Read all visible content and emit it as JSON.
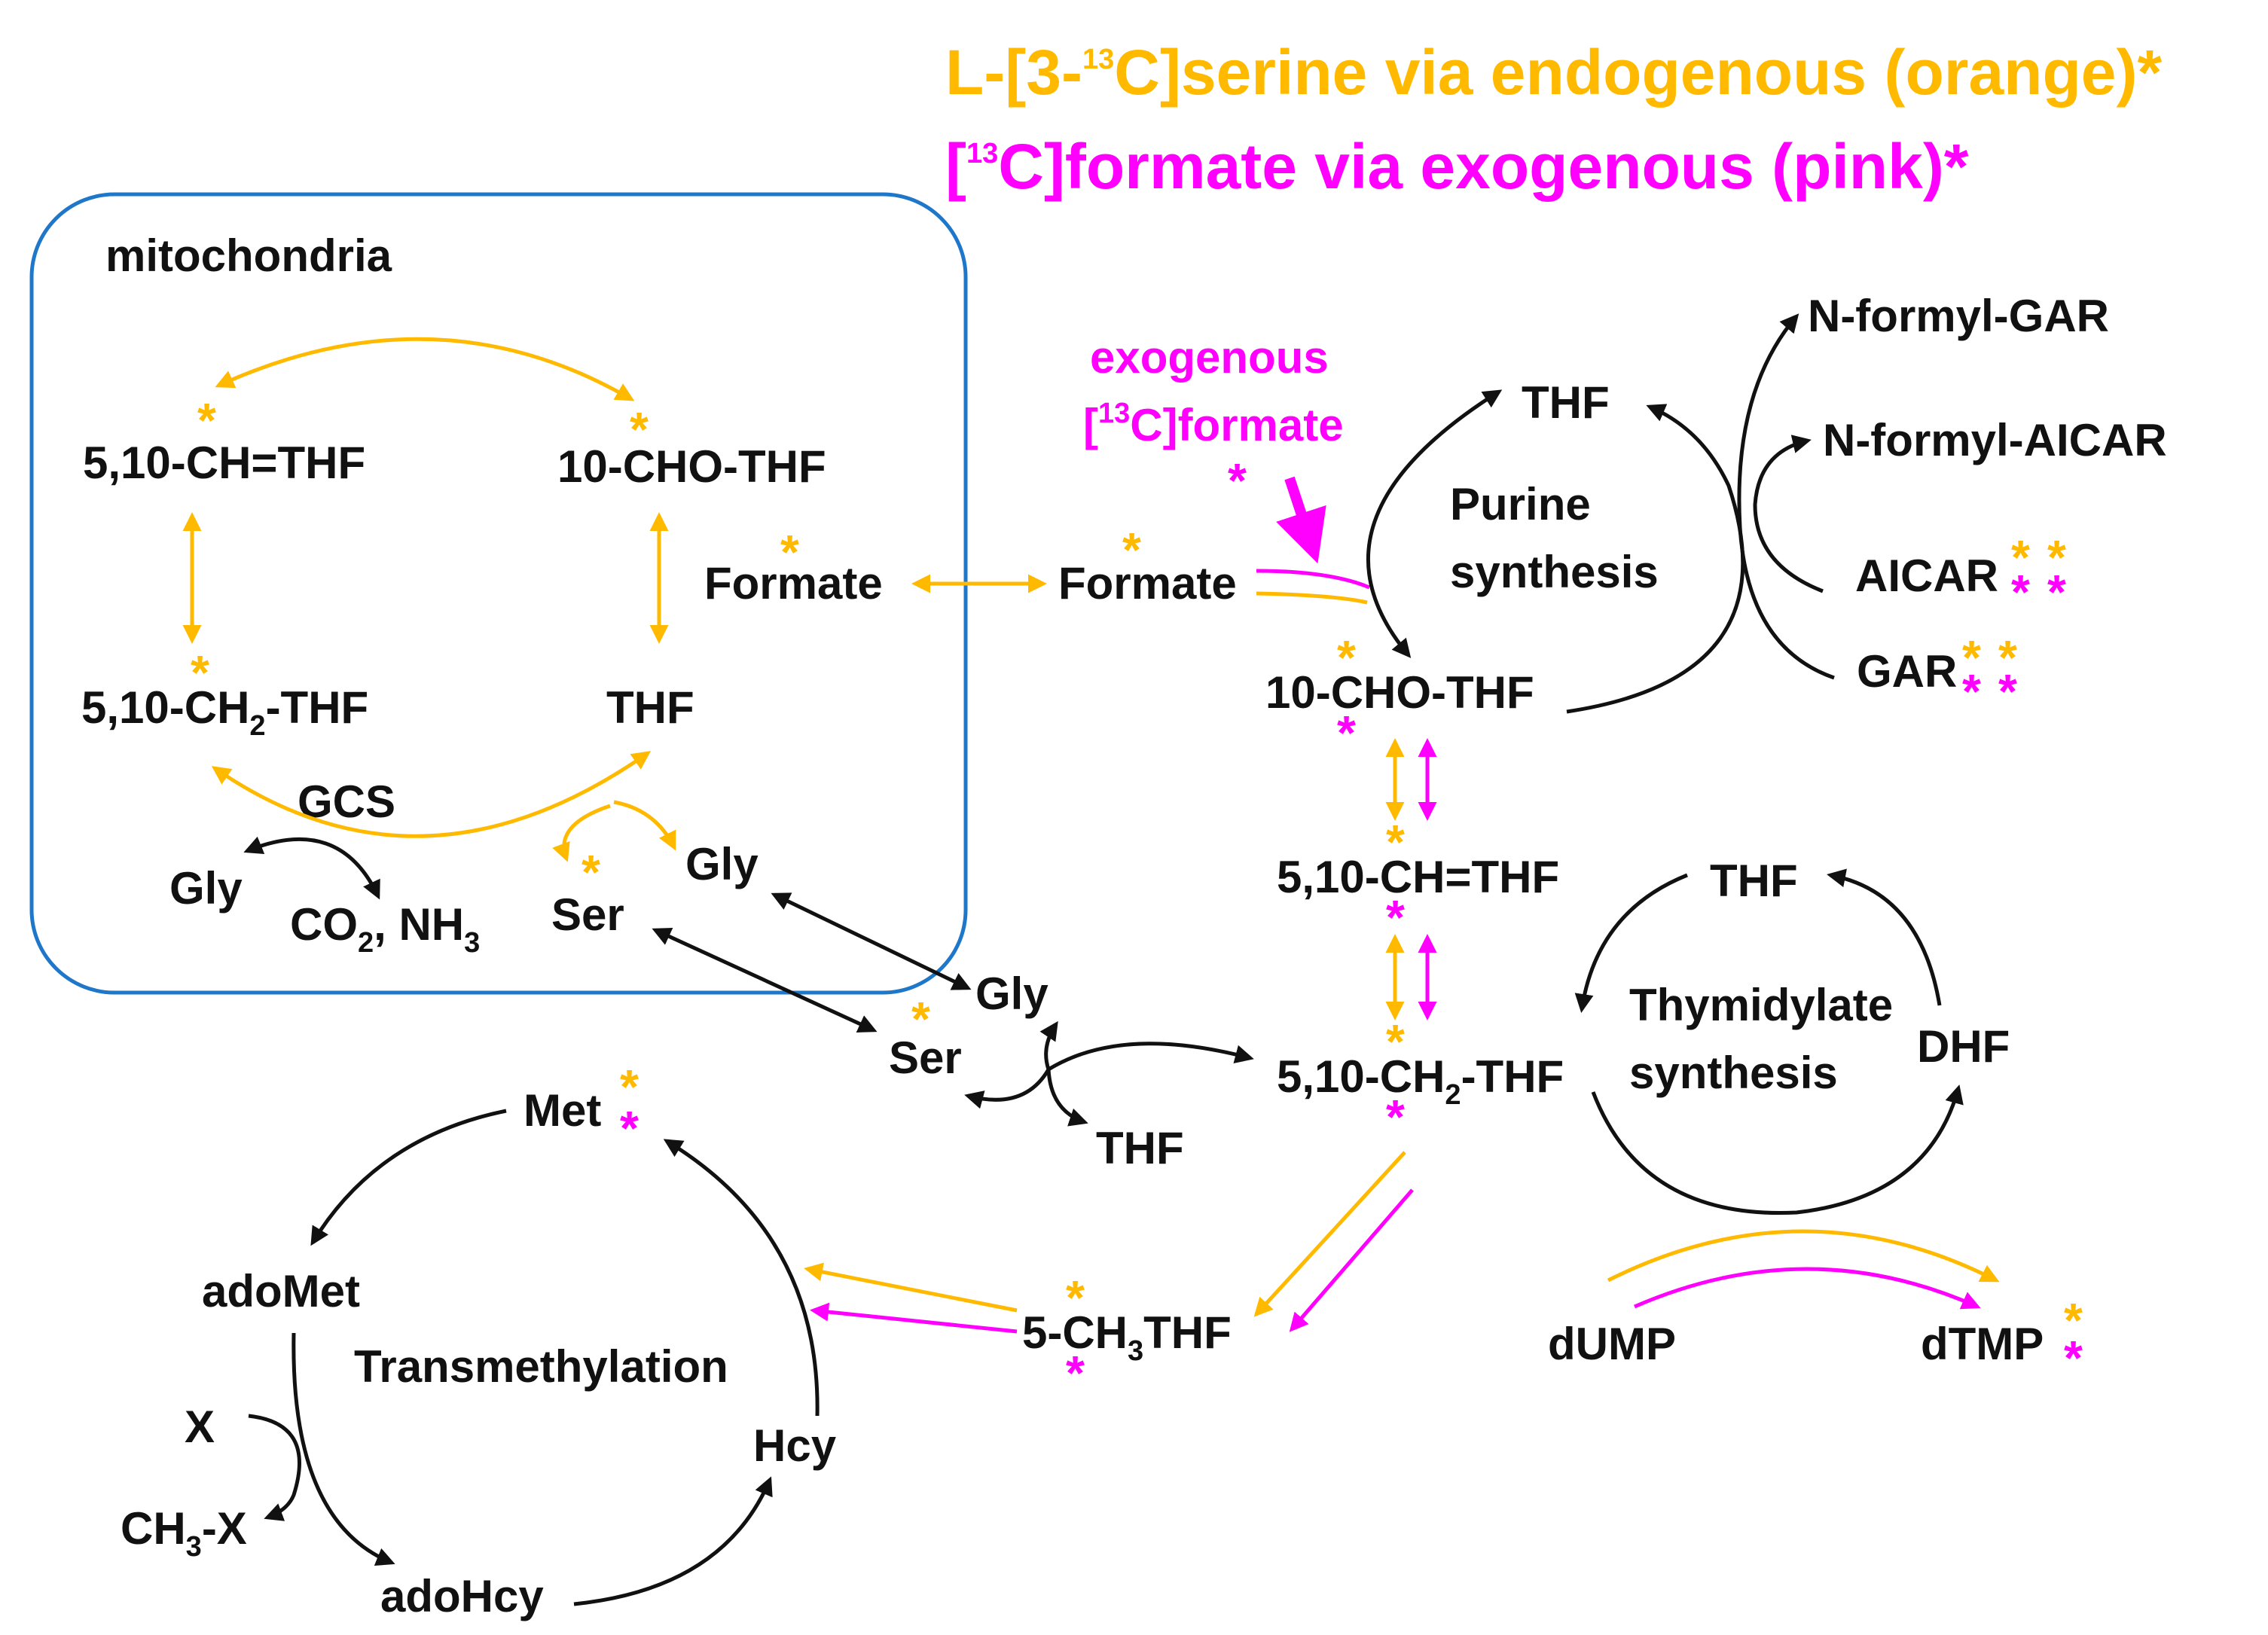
{
  "colors": {
    "orange": "#FFBA00",
    "pink": "#FF00FF",
    "black": "#111111",
    "mito": "#1F77C9"
  },
  "legend": {
    "line1": {
      "pre": "L-[3-",
      "sup": "13",
      "post": "C]serine via endogenous (orange)*"
    },
    "line2": {
      "pre": "[",
      "sup": "13",
      "post": "C]formate via exogenous (pink)*"
    }
  },
  "mito_label": "mitochondria",
  "labels": {
    "m_ch_thf": "5,10-CH=THF",
    "m_cho_thf": "10-CHO-THF",
    "m_ch2_pre": "5,10-CH",
    "m_ch2_sub": "2",
    "m_ch2_post": "-THF",
    "m_thf": "THF",
    "m_formate": "Formate",
    "gcs": "GCS",
    "m_gly": "Gly",
    "co2_pre": "CO",
    "co2_sub": "2",
    "co2_mid": ", NH",
    "co2_sub2": "3",
    "m_ser": "Ser",
    "m_gly_out": "Gly",
    "formate": "Formate",
    "exo_line1": "exogenous",
    "exo_pre": "[",
    "exo_sup": "13",
    "exo_post": "C]formate",
    "c_thf_top": "THF",
    "purine1": "Purine",
    "purine2": "synthesis",
    "n_formyl_gar": "N-formyl-GAR",
    "n_formyl_aicar": "N-formyl-AICAR",
    "aicar": "AICAR",
    "gar": "GAR",
    "c_cho_thf": "10-CHO-THF",
    "c_ch_thf": "5,10-CH=THF",
    "c_ch2_pre": "5,10-CH",
    "c_ch2_sub": "2",
    "c_ch2_post": "-THF",
    "thy_thf": "THF",
    "thy1": "Thymidylate",
    "thy2": "synthesis",
    "dhf": "DHF",
    "c_gly": "Gly",
    "c_ser": "Ser",
    "c_thf_low": "THF",
    "met": "Met",
    "adomet": "adoMet",
    "transmethylation": "Transmethylation",
    "x": "X",
    "ch3x_pre": "CH",
    "ch3x_sub": "3",
    "ch3x_post": "-X",
    "adohcy": "adoHcy",
    "hcy": "Hcy",
    "ch3thf_pre": "5-CH",
    "ch3thf_sub": "3",
    "ch3thf_post": "THF",
    "dump": "dUMP",
    "dtmp": "dTMP"
  },
  "star": "*"
}
